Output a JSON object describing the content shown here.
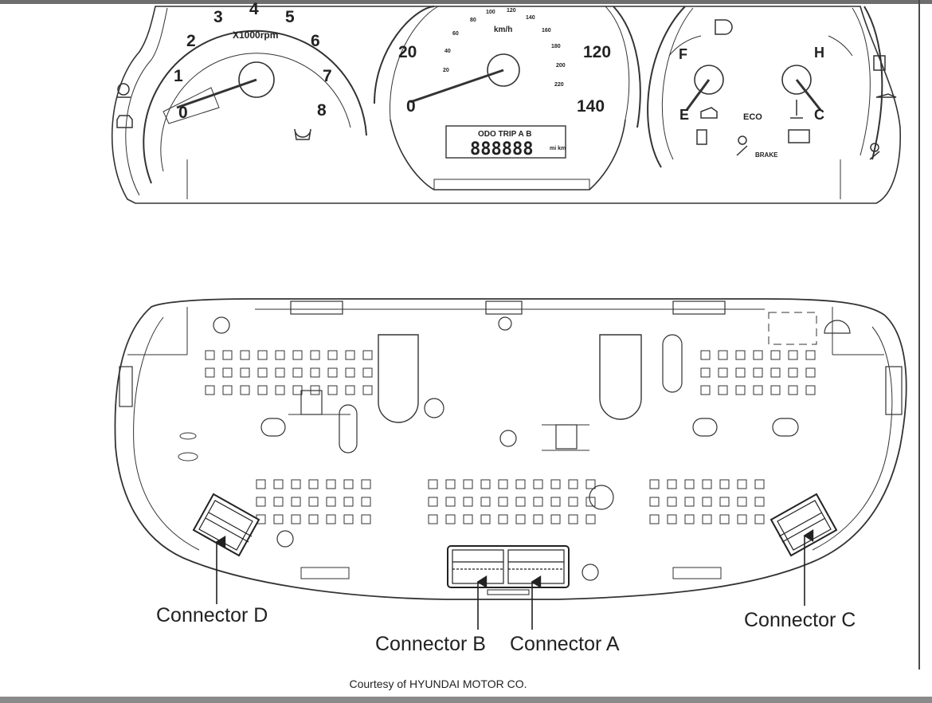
{
  "tach": {
    "numbers": [
      "0",
      "1",
      "2",
      "3",
      "4",
      "5",
      "6",
      "7",
      "8"
    ],
    "unit": "X1000rpm"
  },
  "speedo": {
    "outer_numbers": [
      "0",
      "20",
      "120",
      "140"
    ],
    "inner_numbers": [
      "20",
      "40",
      "60",
      "80",
      "100",
      "120",
      "140",
      "160",
      "180",
      "200",
      "220"
    ],
    "unit": "km/h",
    "odo_label": "ODO TRIP A B",
    "odo_digits": "888888",
    "odo_units": "mi km"
  },
  "fuel_gauge": {
    "full": "F",
    "empty": "E"
  },
  "temp_gauge": {
    "hot": "H",
    "cold": "C"
  },
  "indicators": {
    "eco": "ECO",
    "brake": "BRAKE"
  },
  "connectors": {
    "a": "Connector A",
    "b": "Connector B",
    "c": "Connector C",
    "d": "Connector D"
  },
  "credit": "Courtesy of HYUNDAI MOTOR CO."
}
